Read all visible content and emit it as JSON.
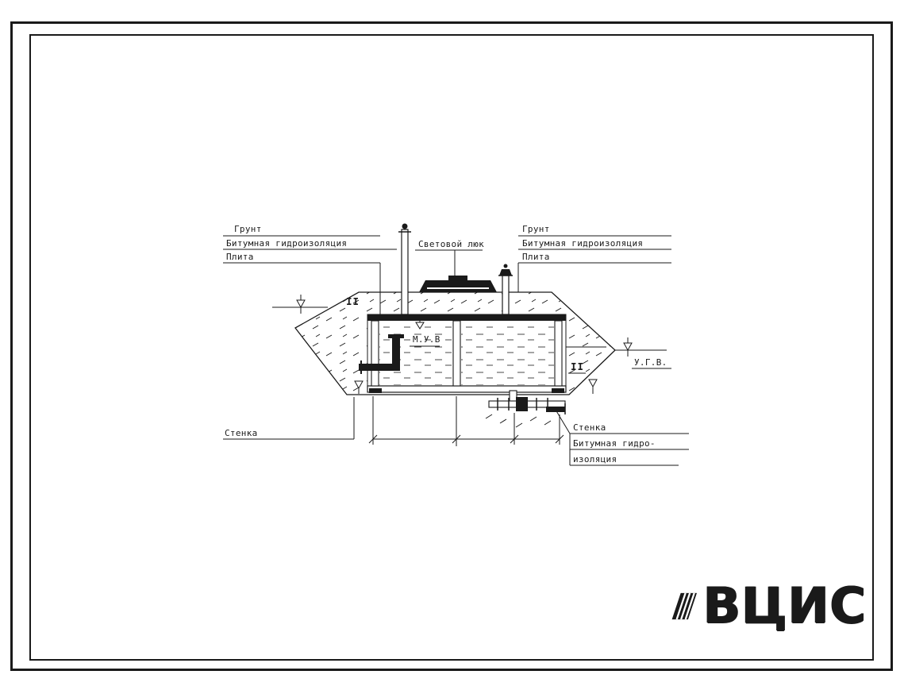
{
  "labels": {
    "left": {
      "grunt": "Грунт",
      "bitum": "Битумная гидроизоляция",
      "plita": "Плита",
      "stenka": "Стенка"
    },
    "center": {
      "skylight": "Световой люк",
      "muv": "М.У.В"
    },
    "right": {
      "grunt": "Грунт",
      "bitum": "Битумная гидроизоляция",
      "plita": "Плита",
      "ugv": "У.Г.В.",
      "stenka": "Стенка",
      "bitum_wrap_1": "Битумная гидро-",
      "bitum_wrap_2": "изоляция"
    },
    "marks": {
      "section_left": "II",
      "section_right": "II"
    }
  },
  "logo": {
    "text": "ВЦИС"
  },
  "colors": {
    "ink": "#1a1a1a",
    "paper": "#ffffff"
  }
}
